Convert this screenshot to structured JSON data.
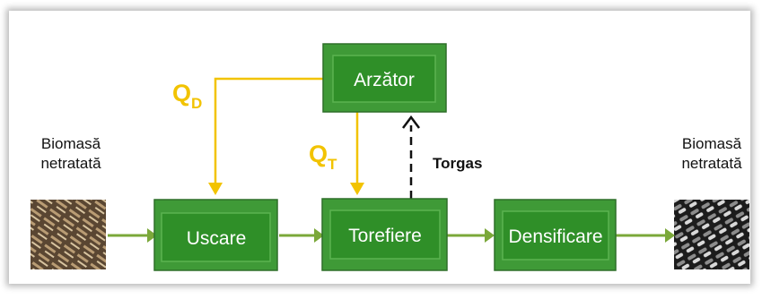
{
  "nodes": {
    "arzator": "Arzător",
    "uscare": "Uscare",
    "torefiere": "Torefiere",
    "densificare": "Densificare"
  },
  "labels": {
    "input_line1": "Biomasă",
    "input_line2": "netratată",
    "output_line1": "Biomasă",
    "output_line2": "netratată",
    "torgas": "Torgas",
    "qd_main": "Q",
    "qd_sub": "D",
    "qt_main": "Q",
    "qt_sub": "T"
  },
  "colors": {
    "box_green": "#3f9a37",
    "flow_arrow": "#7ba83a",
    "heat_line": "#f2c300",
    "gas_line": "#111111"
  }
}
